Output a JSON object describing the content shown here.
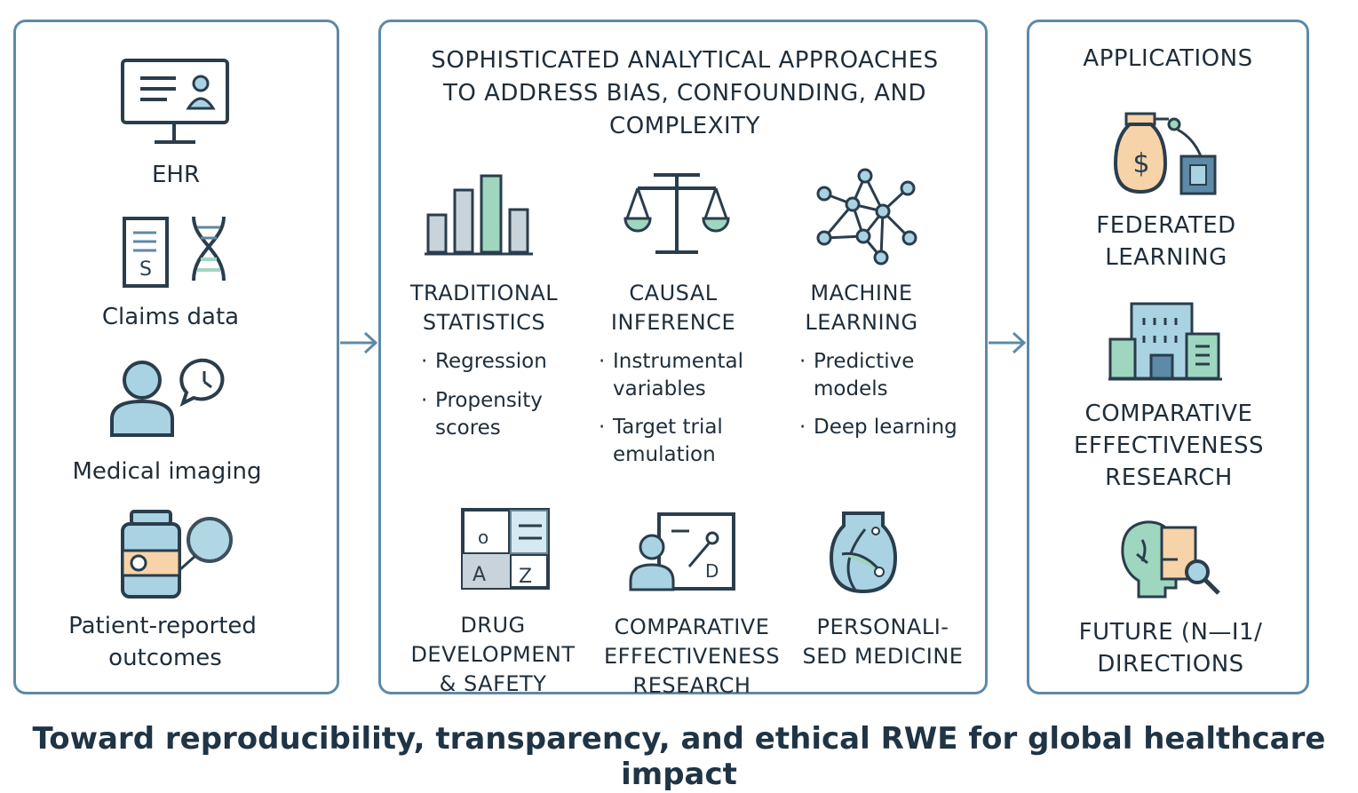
{
  "sources": {
    "ehr": "EHR",
    "claims": "Claims data",
    "imaging": "Medical imaging",
    "pro_line1": "Patient-reported",
    "pro_line2": "outcomes"
  },
  "approaches": {
    "title_line1": "SOPHISTICATED ANALYTICAL APPROACHES",
    "title_line2": "TO ADDRESS BIAS, CONFOUNDING, AND",
    "title_line3": "COMPLEXITY",
    "methods": [
      {
        "name_line1": "TRADITIONAL",
        "name_line2": "STATISTICS",
        "bullets": [
          [
            "Regression"
          ],
          [
            "Propensity",
            "scores"
          ]
        ]
      },
      {
        "name_line1": "CAUSAL",
        "name_line2": "INFERENCE",
        "bullets": [
          [
            "Instrumental",
            "variables"
          ],
          [
            "Target trial",
            "emulation"
          ]
        ]
      },
      {
        "name_line1": "MACHINE",
        "name_line2": "LEARNING",
        "bullets": [
          [
            "Predictive",
            "models"
          ],
          [
            "Deep learning"
          ]
        ]
      }
    ],
    "uses": [
      {
        "line1": "DRUG",
        "line2": "DEVELOPMENT",
        "line3": "& SAFETY"
      },
      {
        "line1": "COMPARATIVE",
        "line2": "EFFECTIVENESS",
        "line3": "RESEARCH"
      },
      {
        "line1": "PERSONALI-",
        "line2": "SED MEDICINE"
      }
    ],
    "icon_letters": {
      "grid_a": "A",
      "grid_o": "o",
      "grid_z": "Z",
      "board_d": "D"
    }
  },
  "applications": {
    "title": "APPLICATIONS",
    "items": [
      {
        "line1": "FEDERATED",
        "line2": "LEARNING"
      },
      {
        "line1": "COMPARATIVE",
        "line2": "EFFECTIVENESS",
        "line3": "RESEARCH"
      },
      {
        "line1": "FUTURE (N—I1/",
        "line2": "DIRECTIONS"
      }
    ],
    "dollar": "$"
  },
  "footer": "Toward reproducibility, transparency, and ethical RWE for global healthcare impact",
  "colors": {
    "border": "#5d8aa6",
    "stroke": "#2a3d4c",
    "green": "#9ed6bf",
    "blue": "#a9d3e3",
    "peach": "#f6d3a8",
    "gray": "#c9d3dc"
  }
}
